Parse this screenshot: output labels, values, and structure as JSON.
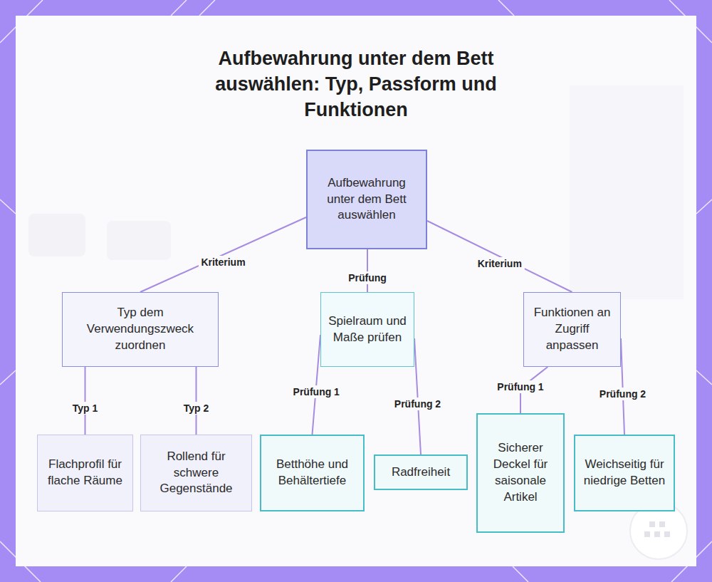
{
  "diagram": {
    "title": "Aufbewahrung unter dem Bett auswählen: Typ, Passform und Funktionen",
    "nodes": [
      {
        "text": [
          "Aufbewahrung unter dem Bett auswählen"
        ]
      },
      {
        "text": [
          "Typ dem Verwendungszweck zuordnen"
        ]
      },
      {
        "text": [
          "Spielraum und Maße prüfen"
        ]
      },
      {
        "text": [
          "Funktionen an Zugriff anpassen"
        ]
      },
      {
        "text": [
          "Flachprofil für flache Räume"
        ]
      },
      {
        "text": [
          "Rollend für schwere Gegenstände"
        ]
      },
      {
        "text": [
          "Betthöhe und Behältertiefe"
        ]
      },
      {
        "text": [
          "Radfreiheit"
        ]
      },
      {
        "text": [
          "Sicherer Deckel für saisonale Artikel"
        ]
      },
      {
        "text": [
          "Weichseitig für niedrige Betten"
        ]
      }
    ],
    "edges": [
      {
        "from": 0,
        "to": 1,
        "label": "Kriterium",
        "arrow": "none"
      },
      {
        "from": 0,
        "to": 2,
        "label": "Prüfung",
        "arrow": "none"
      },
      {
        "from": 0,
        "to": 3,
        "label": "Kriterium",
        "arrow": "none"
      },
      {
        "from": 1,
        "to": 4,
        "label": "Typ 1",
        "arrow": "none"
      },
      {
        "from": 1,
        "to": 5,
        "label": "Typ 2",
        "arrow": "none"
      },
      {
        "from": 2,
        "to": 6,
        "label": "Prüfung 1",
        "arrow": "none"
      },
      {
        "from": 2,
        "to": 7,
        "label": "Prüfung 2",
        "arrow": "none"
      },
      {
        "from": 3,
        "to": 8,
        "label": "Prüfung 1",
        "arrow": "none"
      },
      {
        "from": 3,
        "to": 9,
        "label": "Prüfung 2",
        "arrow": "none"
      }
    ]
  }
}
